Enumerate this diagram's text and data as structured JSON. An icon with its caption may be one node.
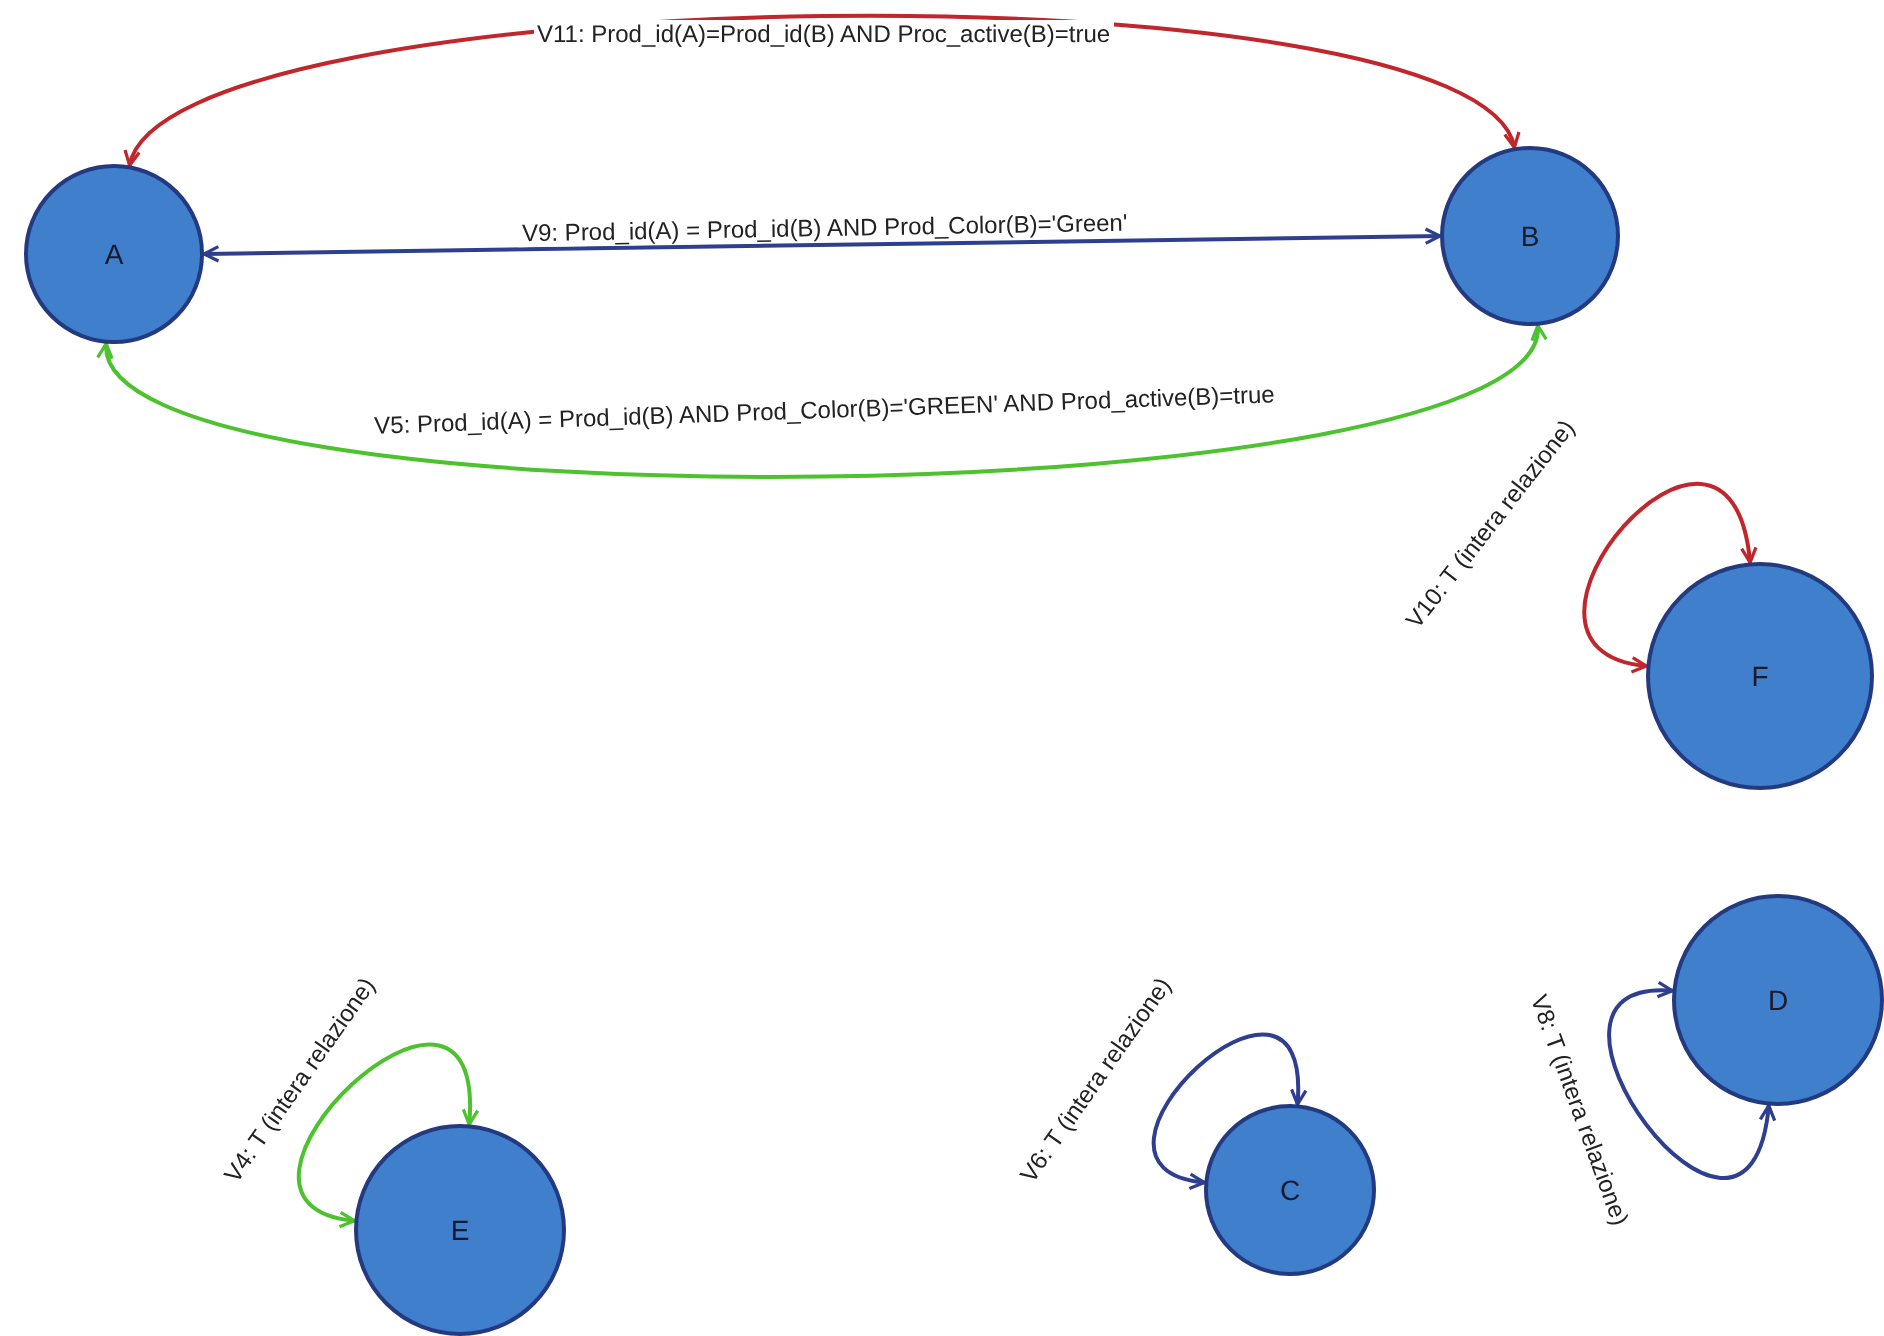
{
  "diagram": {
    "nodes": [
      {
        "text": [
          "A"
        ]
      },
      {
        "text": [
          "B"
        ]
      },
      {
        "text": [
          "F"
        ]
      },
      {
        "text": [
          "D"
        ]
      },
      {
        "text": [
          "E"
        ]
      },
      {
        "text": [
          "C"
        ]
      }
    ],
    "edges": [
      {
        "from": 0,
        "to": 1,
        "arrow": "both",
        "label": "V11: Prod_id(A)=Prod_id(B) AND Proc_active(B)=true",
        "color": "#c0262c"
      },
      {
        "from": 0,
        "to": 1,
        "arrow": "both",
        "label": "V9: Prod_id(A) = Prod_id(B) AND Prod_Color(B)='Green'"
      },
      {
        "from": 0,
        "to": 1,
        "arrow": "both",
        "label": "V5: Prod_id(A) = Prod_id(B) AND Prod_Color(B)='GREEN' AND Prod_active(B)=true",
        "color": "#4cc22e"
      },
      {
        "from": 2,
        "to": 2,
        "arrow": "both",
        "label": "V10: T (intera relazione)",
        "color": "#c0262c"
      },
      {
        "from": 4,
        "to": 4,
        "arrow": "both",
        "label": "V4: T (intera relazione)",
        "color": "#4cc22e"
      },
      {
        "from": 5,
        "to": 5,
        "arrow": "both",
        "label": "V6: T (intera relazione)"
      },
      {
        "from": 3,
        "to": 3,
        "arrow": "both",
        "label": "V8: T (intera relazione)"
      }
    ]
  }
}
